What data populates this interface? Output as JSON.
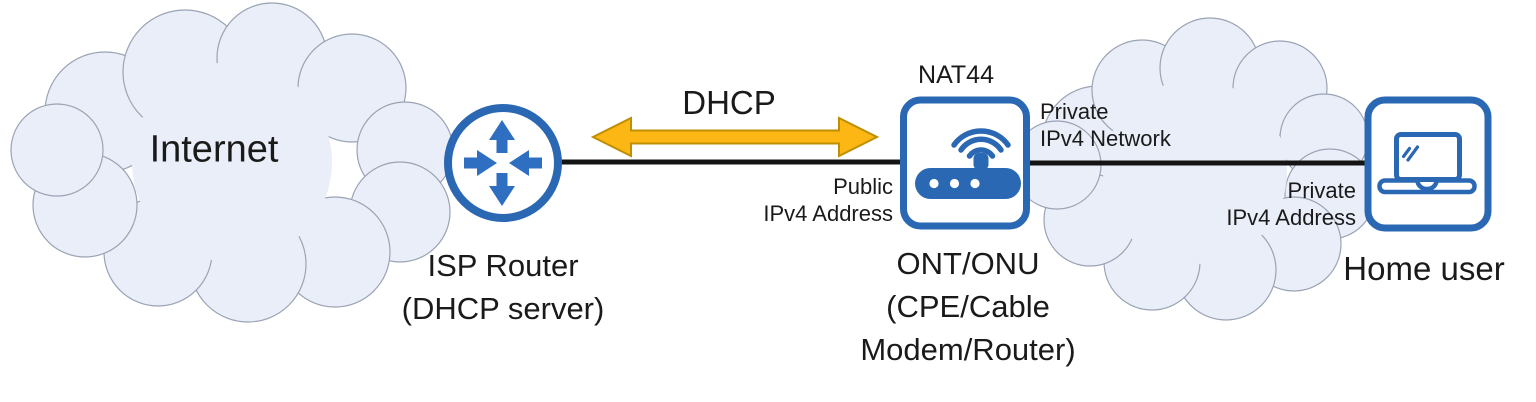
{
  "title": "NAT44 home network diagram",
  "colors": {
    "icon_blue": "#2B68B4",
    "cloud_fill": "#EAEEF8",
    "cloud_stroke": "#9AA3B4",
    "dhcp_arrow_fill": "#FDB714",
    "dhcp_arrow_stroke": "#BE8F00",
    "cable_line": "#141414",
    "text": "#1A1A1A"
  },
  "nodes": {
    "internet_cloud": {
      "label": "Internet"
    },
    "isp_router": {
      "icon": "router-icon",
      "label_lines": [
        "ISP Router",
        "(DHCP server)"
      ]
    },
    "ont": {
      "icon": "wifi-router-icon",
      "top_label": "NAT44",
      "label_lines": [
        "ONT/ONU",
        "(CPE/Cable",
        "Modem/Router)"
      ]
    },
    "private_cloud": {
      "label_lines": [
        "Private",
        "IPv4 Network"
      ]
    },
    "home_user": {
      "icon": "laptop-icon",
      "label": "Home user"
    }
  },
  "links": {
    "dhcp_arrow": {
      "label": "DHCP"
    },
    "public_ip": {
      "label_lines": [
        "Public",
        "IPv4 Address"
      ]
    },
    "private_ip": {
      "label_lines": [
        "Private",
        "IPv4 Address"
      ]
    }
  }
}
